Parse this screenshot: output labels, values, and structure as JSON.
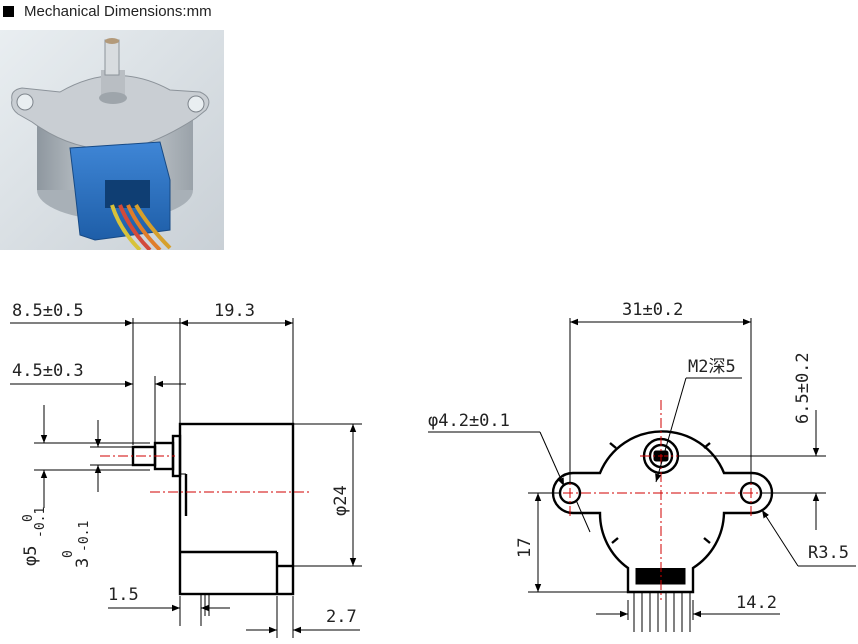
{
  "header": {
    "title": "Mechanical Dimensions:mm"
  },
  "photo": {
    "alt": "stepper motor photo"
  },
  "side_view": {
    "dim_shaft_len": "8.5±0.5",
    "dim_body_len": "19.3",
    "dim_boss_len": "4.5±0.3",
    "dim_shaft_dia": "φ5",
    "dim_shaft_dia_tol_upper": "0",
    "dim_shaft_dia_tol_lower": "-0.1",
    "dim_flat": "3",
    "dim_flat_tol_upper": "0",
    "dim_flat_tol_lower": "-0.1",
    "dim_body_dia": "φ24",
    "dim_pins_len": "1.5",
    "dim_bottom": "2.7"
  },
  "front_view": {
    "dim_mount_spacing": "31±0.2",
    "dim_hole_dia": "φ4.2±0.1",
    "dim_tapped": "M2深5",
    "dim_offset": "6.5±0.2",
    "dim_height": "17",
    "dim_radius": "R3.5",
    "dim_connector": "14.2"
  }
}
